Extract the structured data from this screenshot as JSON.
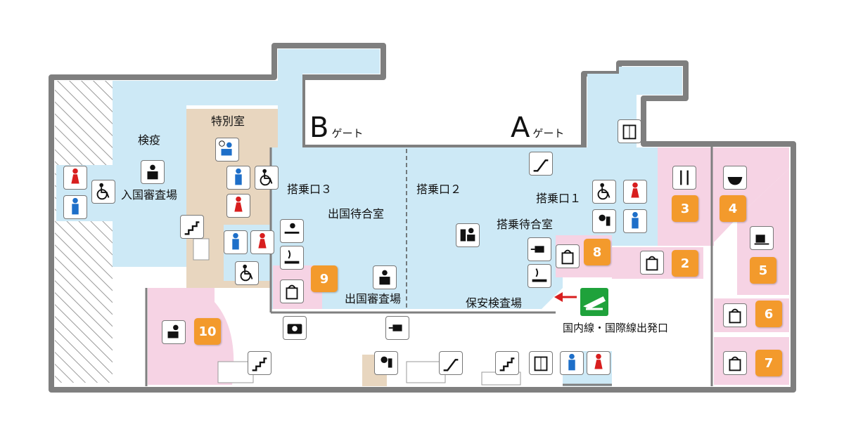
{
  "colors": {
    "concourse": "#cde9f6",
    "shop": "#f6d3e4",
    "special": "#e8d6bf",
    "wall": "#7f7f7f",
    "badge": "#f39a2c",
    "exit_sign": "#1fa23b",
    "men": "#1e6fc9",
    "women": "#d81e1e",
    "arrow": "#d81e1e"
  },
  "gates": {
    "b_letter": "B",
    "b_suffix": "ゲート",
    "a_letter": "A",
    "a_suffix": "ゲート"
  },
  "labels": {
    "quarantine": "検疫",
    "immigration_entry": "入国審査場",
    "special_room": "特別室",
    "boarding3": "搭乗口３",
    "boarding2": "搭乗口２",
    "boarding1": "搭乗口１",
    "departure_lounge": "出国待合室",
    "boarding_lounge": "搭乗待合室",
    "emigration": "出国審査場",
    "security": "保安検査場",
    "domestic_transfer": "国内線・国際線出発口"
  },
  "shop_numbers": [
    "2",
    "3",
    "4",
    "5",
    "6",
    "7",
    "8",
    "9",
    "10"
  ],
  "icons": [
    "men-restroom",
    "women-restroom",
    "wheelchair",
    "stairs",
    "elevator",
    "escalator",
    "restaurant",
    "noodle-cafe",
    "coffee",
    "shopping",
    "baby-care",
    "smoking",
    "power-outlet",
    "camera",
    "immigration-officer",
    "waiting-lounge",
    "desk",
    "customs",
    "exit-sign"
  ]
}
